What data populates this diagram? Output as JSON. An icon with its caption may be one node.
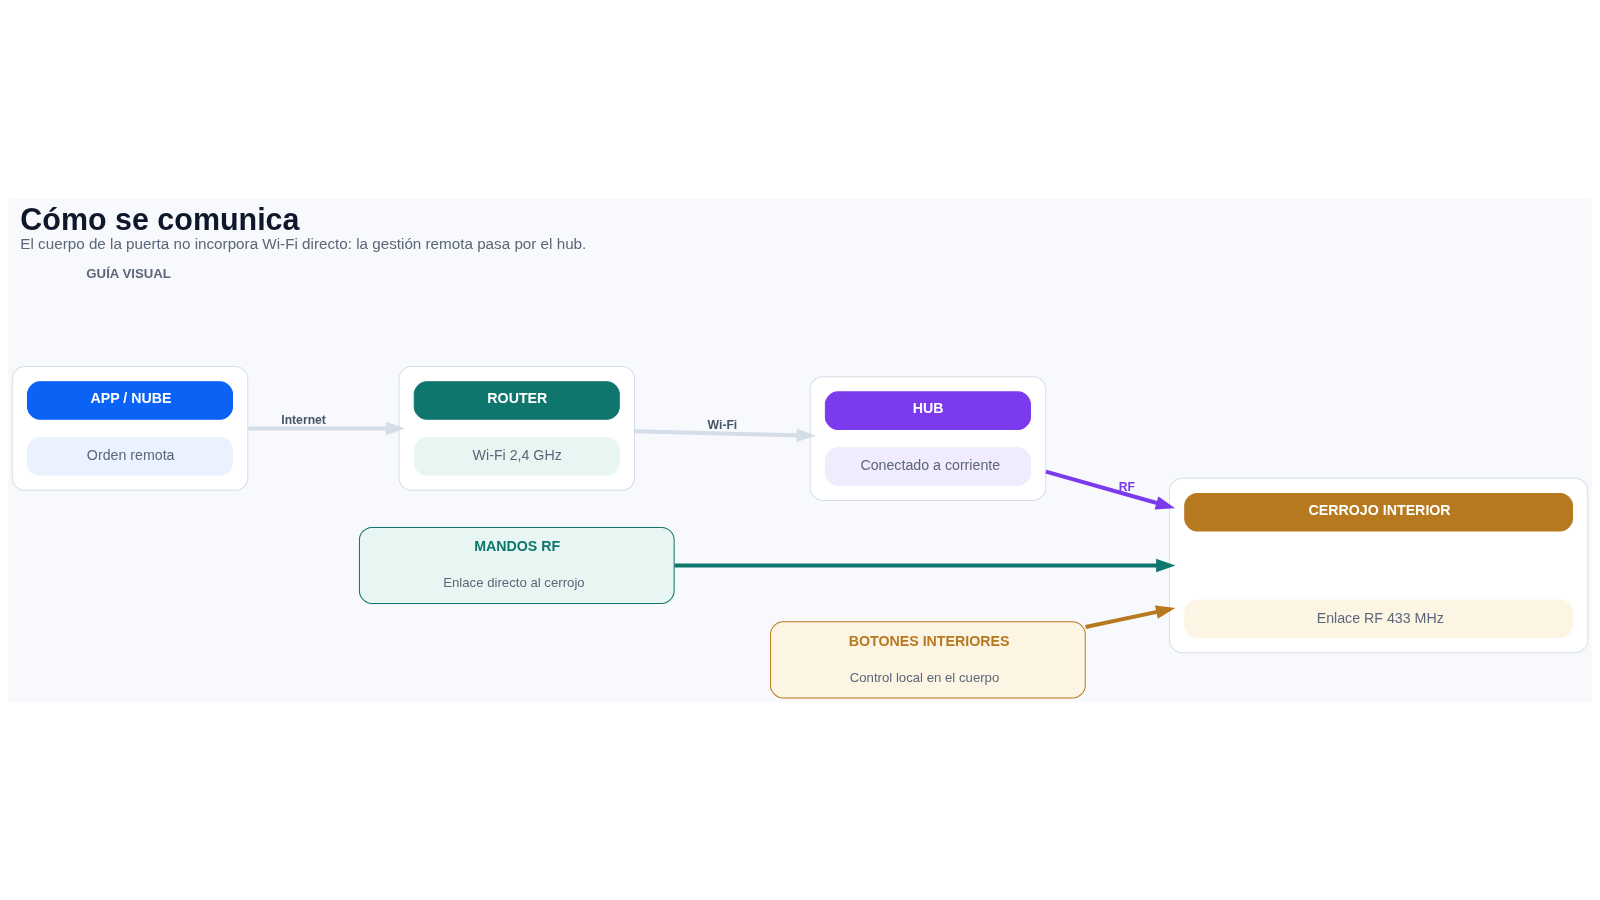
{
  "diagram": {
    "title": "Cómo se comunica",
    "caption": "El cuerpo de la puerta no incorpora Wi-Fi directo: la gestión remota pasa por el hub.",
    "nodes": [
      {
        "text": [
          "APP / NUBE",
          "Orden remota"
        ]
      },
      {
        "text": [
          "ROUTER",
          "Wi-Fi 2,4 GHz"
        ]
      },
      {
        "text": [
          "HUB",
          "Conectado a corriente"
        ]
      },
      {
        "text": [
          "CERROJO INTERIOR",
          "Enlace RF 433 MHz"
        ]
      },
      {
        "text": [
          "MANDOS RF",
          "Enlace directo al cerrojo"
        ]
      },
      {
        "text": [
          "BOTONES INTERIORES",
          "Control local en el cuerpo"
        ]
      }
    ],
    "edges": [
      {
        "from": 0,
        "to": 1,
        "arrow": "to",
        "label": "Internet"
      },
      {
        "from": 1,
        "to": 2,
        "arrow": "to",
        "label": "Wi-Fi"
      },
      {
        "from": 2,
        "to": 3,
        "arrow": "to",
        "label": "RF",
        "color": "#7c3aed"
      },
      {
        "from": 4,
        "to": 3,
        "arrow": "to",
        "color": "#0f766e"
      },
      {
        "from": 5,
        "to": 3,
        "arrow": "to",
        "color": "#b7791f"
      }
    ],
    "labels": [
      "GUÍA VISUAL"
    ]
  }
}
